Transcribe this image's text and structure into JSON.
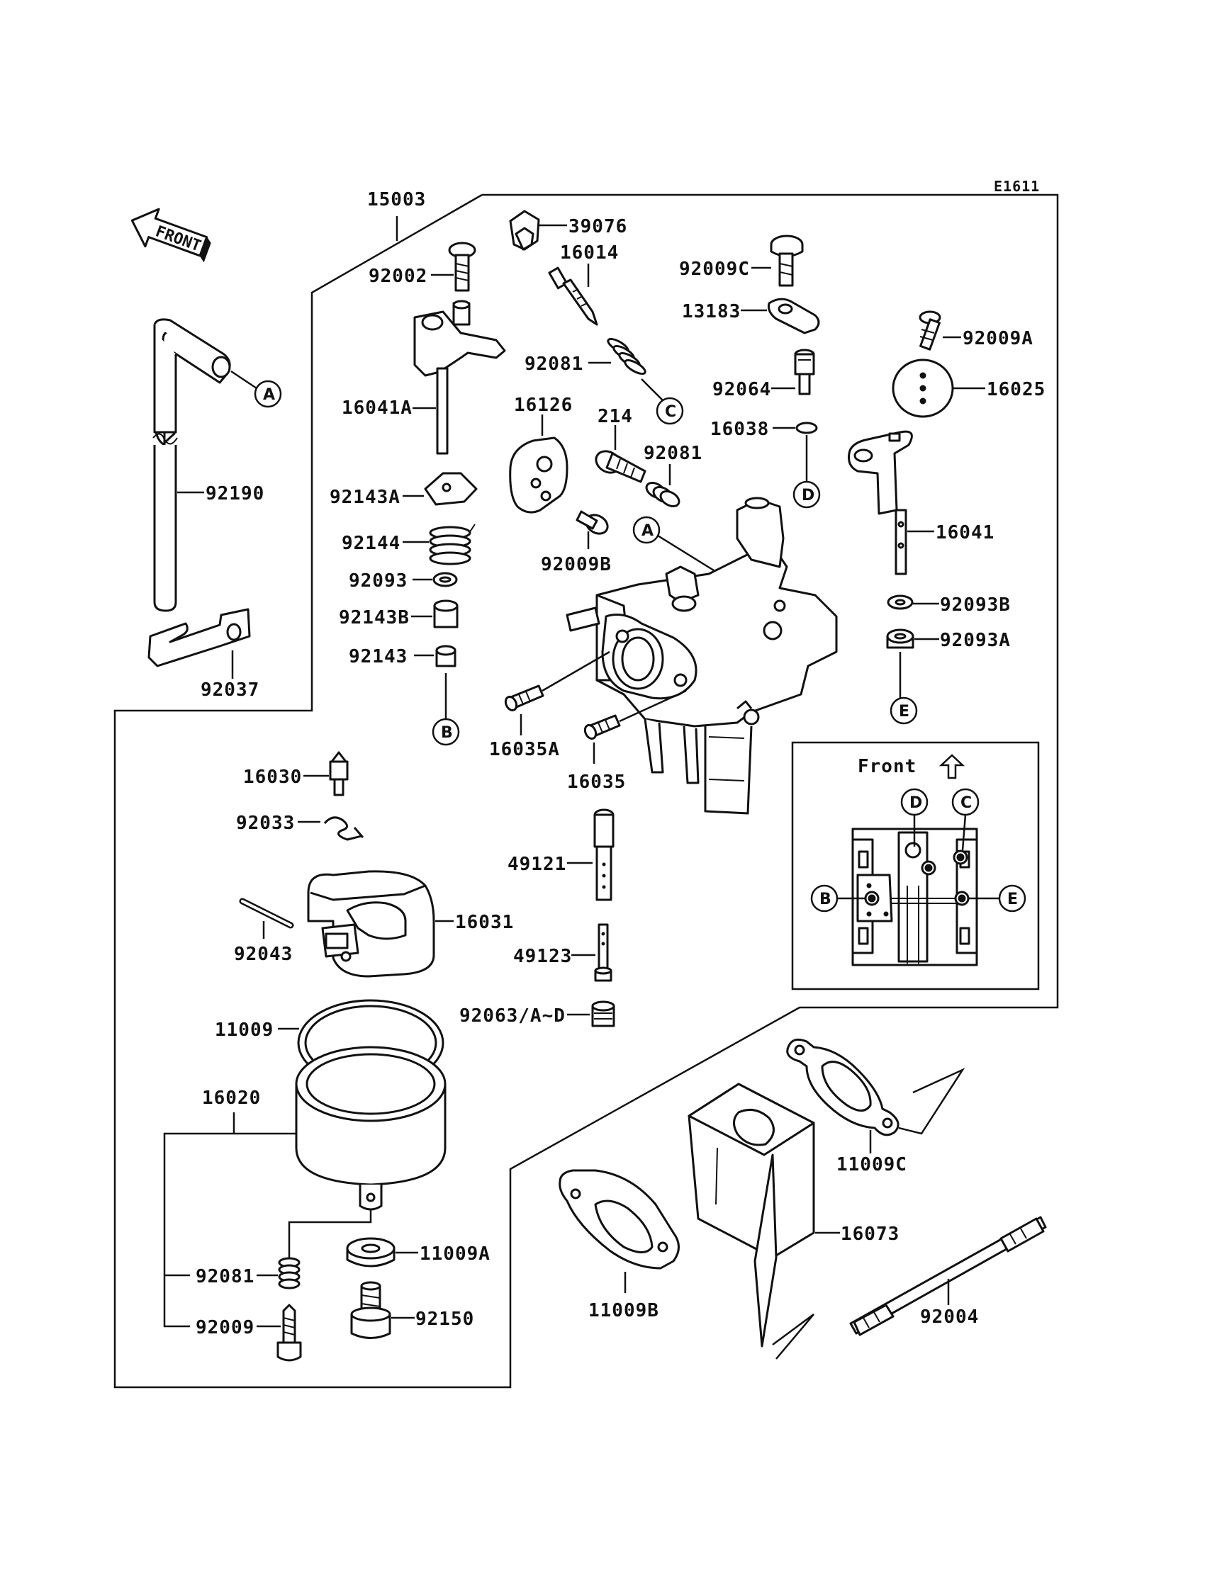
{
  "diagram_id": "E1611",
  "front_arrow_text": "FRONT",
  "inset_title": "Front",
  "callout_letters": [
    "A",
    "B",
    "C",
    "D",
    "E"
  ],
  "labels": {
    "p15003": "15003",
    "p39076": "39076",
    "p16014": "16014",
    "p92002": "92002",
    "p92009C": "92009C",
    "p13183": "13183",
    "p92009A": "92009A",
    "p16025": "16025",
    "p92081a": "92081",
    "p92064": "92064",
    "p16041A": "16041A",
    "p16126": "16126",
    "p214": "214",
    "p16038": "16038",
    "p92081b": "92081",
    "p92190": "92190",
    "p92143A": "92143A",
    "p92144": "92144",
    "p92009B": "92009B",
    "p16041": "16041",
    "p92093": "92093",
    "p92143B": "92143B",
    "p92093B": "92093B",
    "p92143": "92143",
    "p92093A": "92093A",
    "p92037": "92037",
    "p16035A": "16035A",
    "p16035": "16035",
    "p16030": "16030",
    "p92033": "92033",
    "p49121": "49121",
    "p16031": "16031",
    "p92043": "92043",
    "p49123": "49123",
    "p92063": "92063/A~D",
    "p11009": "11009",
    "p16020": "16020",
    "p11009C": "11009C",
    "p16073": "16073",
    "p11009A": "11009A",
    "p92081c": "92081",
    "p92150": "92150",
    "p92004": "92004",
    "p11009B": "11009B",
    "p92009": "92009"
  },
  "colors": {
    "line": "#111111",
    "background": "#ffffff"
  }
}
